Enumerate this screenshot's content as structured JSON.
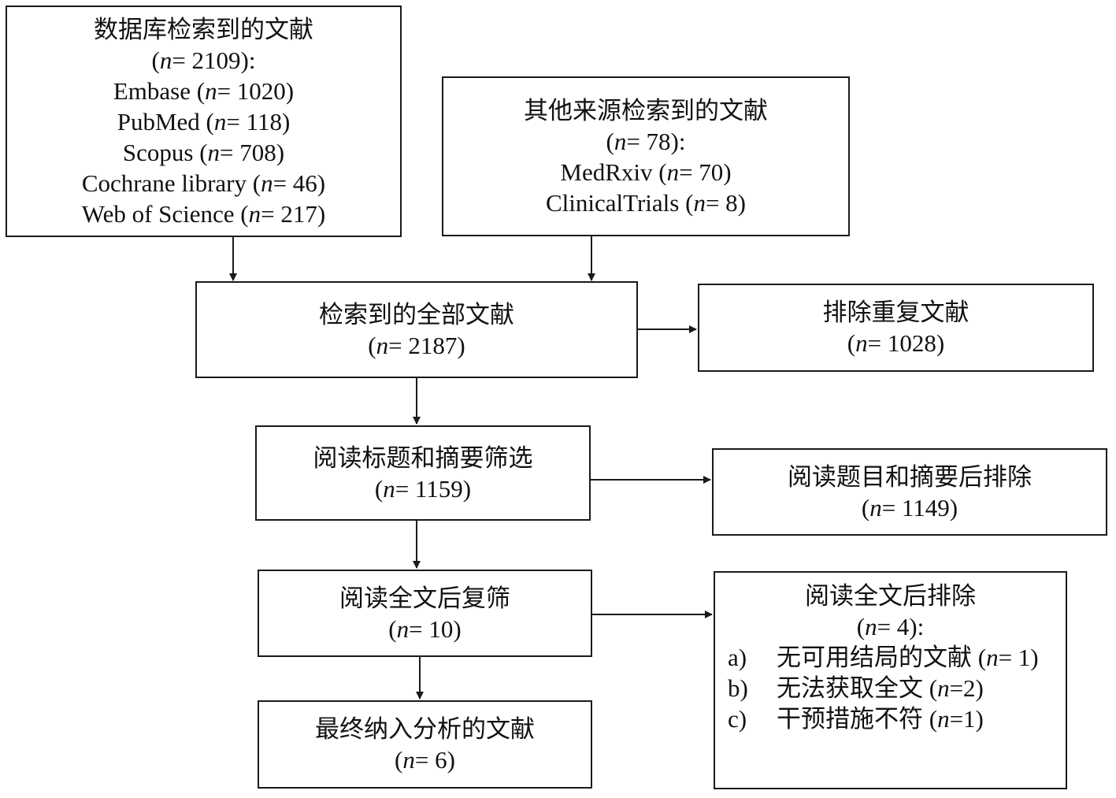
{
  "boxes": {
    "database": {
      "title": "数据库检索到的文献",
      "total": {
        "open": "(",
        "n": "n",
        "rest": "= 2109):"
      },
      "sources": [
        {
          "name": "Embase (",
          "n": "n",
          "rest": "= 1020)"
        },
        {
          "name": "PubMed (",
          "n": "n",
          "rest": "= 118)"
        },
        {
          "name": "Scopus (",
          "n": "n",
          "rest": "= 708)"
        },
        {
          "name": "Cochrane library (",
          "n": "n",
          "rest": "= 46)"
        },
        {
          "name": "Web of Science (",
          "n": "n",
          "rest": "= 217)"
        }
      ]
    },
    "other": {
      "title": "其他来源检索到的文献",
      "total": {
        "open": "(",
        "n": "n",
        "rest": "= 78):"
      },
      "sources": [
        {
          "name": "MedRxiv (",
          "n": "n",
          "rest": "= 70)"
        },
        {
          "name": "ClinicalTrials (",
          "n": "n",
          "rest": "= 8)"
        }
      ]
    },
    "all": {
      "title": "检索到的全部文献",
      "count": {
        "open": "(",
        "n": "n",
        "rest": "= 2187)"
      }
    },
    "duplicates": {
      "title": "排除重复文献",
      "count": {
        "open": "(",
        "n": "n",
        "rest": "= 1028)"
      }
    },
    "screen": {
      "title": "阅读标题和摘要筛选",
      "count": {
        "open": "(",
        "n": "n",
        "rest": "= 1159)"
      }
    },
    "screen_excluded": {
      "title": "阅读题目和摘要后排除",
      "count": {
        "open": "(",
        "n": "n",
        "rest": "= 1149)"
      }
    },
    "fulltext": {
      "title": "阅读全文后复筛",
      "count": {
        "open": "(",
        "n": "n",
        "rest": "= 10)"
      }
    },
    "fulltext_excluded": {
      "title": "阅读全文后排除",
      "count": {
        "open": "(",
        "n": "n",
        "rest": "= 4):"
      },
      "reasons": [
        {
          "letter": "a)",
          "text": "无可用结局的文献 (",
          "n": "n",
          "rest": "= 1)"
        },
        {
          "letter": "b)",
          "text": "无法获取全文 (",
          "n": "n",
          "rest": "=2)"
        },
        {
          "letter": "c)",
          "text": "干预措施不符 (",
          "n": "n",
          "rest": "=1)"
        }
      ]
    },
    "included": {
      "title": "最终纳入分析的文献",
      "count": {
        "open": "(",
        "n": "n",
        "rest": "= 6)"
      }
    }
  }
}
